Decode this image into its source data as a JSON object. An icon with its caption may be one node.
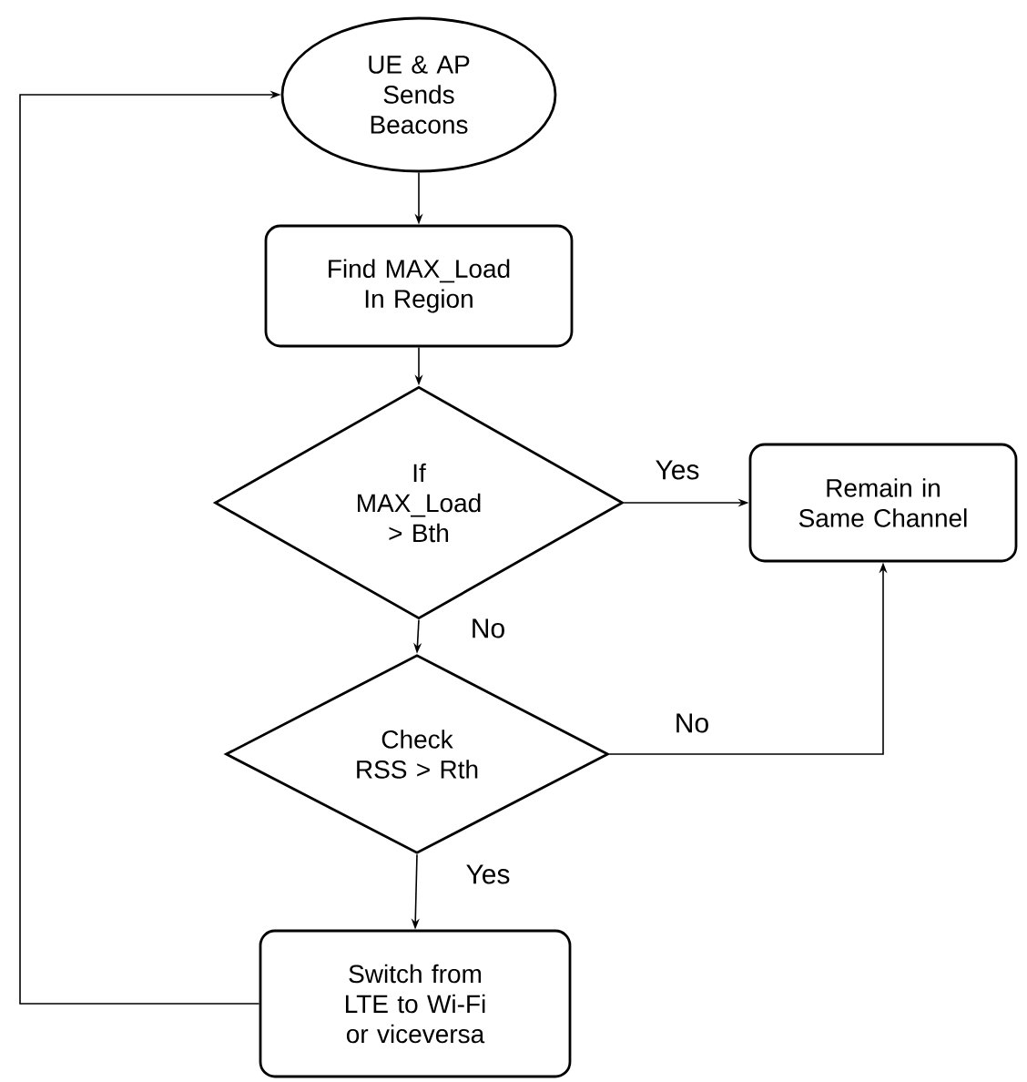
{
  "diagram": {
    "nodes": [
      {
        "text": [
          "UE & AP Sends Beacons"
        ]
      },
      {
        "text": [
          "Find MAX_Load In Region"
        ]
      },
      {
        "text": [
          "If MAX_Load > Bth"
        ]
      },
      {
        "text": [
          "Remain in Same Channel"
        ]
      },
      {
        "text": [
          "Check RSS > Rth"
        ]
      },
      {
        "text": [
          "Switch from LTE to Wi-Fi or viceversa"
        ]
      }
    ],
    "edges": [
      {
        "from": 0,
        "to": 1,
        "arrow": "to"
      },
      {
        "from": 1,
        "to": 2,
        "arrow": "to"
      },
      {
        "from": 2,
        "to": 3,
        "arrow": "to",
        "label": "Yes"
      },
      {
        "from": 2,
        "to": 4,
        "arrow": "to",
        "label": "No"
      },
      {
        "from": 4,
        "to": 3,
        "arrow": "to",
        "label": "No"
      },
      {
        "from": 4,
        "to": 5,
        "arrow": "to",
        "label": "Yes"
      },
      {
        "from": 5,
        "to": 0,
        "arrow": "to"
      }
    ]
  }
}
